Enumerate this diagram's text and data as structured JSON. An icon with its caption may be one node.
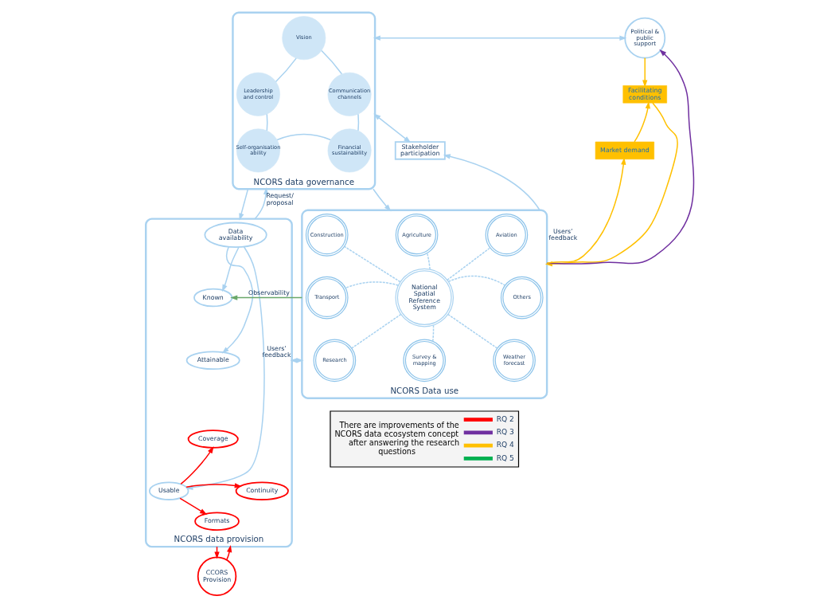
{
  "diagram": {
    "nodes": [
      {
        "text": [
          "NCORS data governance"
        ]
      },
      {
        "text": [
          "Vision"
        ],
        "in": 0
      },
      {
        "text": [
          "Leadership and control"
        ],
        "in": 0
      },
      {
        "text": [
          "Communication channels"
        ],
        "in": 0
      },
      {
        "text": [
          "Self-organisation ability"
        ],
        "in": 0
      },
      {
        "text": [
          "Financial sustainability"
        ],
        "in": 0
      },
      {
        "text": [
          "Political & public support"
        ]
      },
      {
        "text": [
          "Stakeholder participation"
        ]
      },
      {
        "text": [
          "Facilitating conditions"
        ]
      },
      {
        "text": [
          "Market demand"
        ]
      },
      {
        "text": [
          "NCORS data provision"
        ]
      },
      {
        "text": [
          "Data availability"
        ],
        "in": 10
      },
      {
        "text": [
          "Known"
        ],
        "in": 10
      },
      {
        "text": [
          "Attainable"
        ],
        "in": 10
      },
      {
        "text": [
          "Usable"
        ],
        "in": 10
      },
      {
        "text": [
          "Coverage"
        ],
        "in": 10
      },
      {
        "text": [
          "Continuity"
        ],
        "in": 10
      },
      {
        "text": [
          "Formats"
        ],
        "in": 10
      },
      {
        "text": [
          "NCORS Data use"
        ]
      },
      {
        "text": [
          "Construction"
        ],
        "in": 18
      },
      {
        "text": [
          "Agriculture"
        ],
        "in": 18
      },
      {
        "text": [
          "Aviation"
        ],
        "in": 18
      },
      {
        "text": [
          "Transport"
        ],
        "in": 18
      },
      {
        "text": [
          "National Spatial Reference System"
        ],
        "in": 18
      },
      {
        "text": [
          "Others"
        ],
        "in": 18
      },
      {
        "text": [
          "Research"
        ],
        "in": 18
      },
      {
        "text": [
          "Survey & mapping"
        ],
        "in": 18
      },
      {
        "text": [
          "Weather forecast"
        ],
        "in": 18
      },
      {
        "text": [
          "CCORS Provision"
        ]
      }
    ],
    "edges": [
      {
        "from": 1,
        "to": 3,
        "arrow": "none"
      },
      {
        "from": 3,
        "to": 5,
        "arrow": "none"
      },
      {
        "from": 5,
        "to": 4,
        "arrow": "none"
      },
      {
        "from": 4,
        "to": 2,
        "arrow": "none"
      },
      {
        "from": 2,
        "to": 1,
        "arrow": "none"
      },
      {
        "from": 0,
        "to": 6,
        "arrow": "both"
      },
      {
        "from": 0,
        "to": 7,
        "arrow": "both"
      },
      {
        "from": 0,
        "to": 18,
        "arrow": "to"
      },
      {
        "from": 18,
        "to": 7,
        "arrow": "to",
        "label": "Users’ feedback"
      },
      {
        "from": 0,
        "to": 10,
        "arrow": "to"
      },
      {
        "from": 10,
        "to": 0,
        "arrow": "to",
        "label": "Request/ proposal"
      },
      {
        "from": 18,
        "to": 12,
        "arrow": "to",
        "label": "Observability",
        "color": "#6aa86a"
      },
      {
        "from": 10,
        "to": 18,
        "arrow": "both",
        "label": "Users’ feedback"
      },
      {
        "from": 11,
        "to": 12,
        "arrow": "to"
      },
      {
        "from": 11,
        "to": 13,
        "arrow": "to"
      },
      {
        "from": 11,
        "to": 14,
        "arrow": "to"
      },
      {
        "from": 14,
        "to": 15,
        "arrow": "to",
        "color": "#ff0000"
      },
      {
        "from": 14,
        "to": 16,
        "arrow": "to",
        "color": "#ff0000"
      },
      {
        "from": 14,
        "to": 17,
        "arrow": "to",
        "color": "#ff0000"
      },
      {
        "from": 23,
        "to": 19,
        "arrow": "none",
        "style": "dashed"
      },
      {
        "from": 23,
        "to": 20,
        "arrow": "none",
        "style": "dashed"
      },
      {
        "from": 23,
        "to": 21,
        "arrow": "none",
        "style": "dashed"
      },
      {
        "from": 23,
        "to": 22,
        "arrow": "none",
        "style": "dashed"
      },
      {
        "from": 23,
        "to": 24,
        "arrow": "none",
        "style": "dashed"
      },
      {
        "from": 23,
        "to": 25,
        "arrow": "none",
        "style": "dashed"
      },
      {
        "from": 23,
        "to": 26,
        "arrow": "none",
        "style": "dashed"
      },
      {
        "from": 23,
        "to": 27,
        "arrow": "none",
        "style": "dashed"
      },
      {
        "from": 18,
        "to": 6,
        "arrow": "to",
        "color": "#7030a0"
      },
      {
        "from": 6,
        "to": 8,
        "arrow": "to",
        "color": "#ffc000"
      },
      {
        "from": 9,
        "to": 8,
        "arrow": "to",
        "color": "#ffc000"
      },
      {
        "from": 8,
        "to": 18,
        "arrow": "to",
        "color": "#ffc000"
      },
      {
        "from": 18,
        "to": 9,
        "arrow": "to",
        "color": "#ffc000"
      },
      {
        "from": 10,
        "to": 28,
        "arrow": "to",
        "color": "#ff0000"
      },
      {
        "from": 28,
        "to": 10,
        "arrow": "to",
        "color": "#ff0000"
      }
    ],
    "labels": [
      "There are improvements of the NCORS data ecosystem concept after answering the research questions"
    ],
    "legend": [
      {
        "text": "RQ 2",
        "color": "#ff0000"
      },
      {
        "text": "RQ 3",
        "color": "#7030a0"
      },
      {
        "text": "RQ 4",
        "color": "#ffc000"
      },
      {
        "text": "RQ 5",
        "color": "#00b050"
      }
    ]
  }
}
